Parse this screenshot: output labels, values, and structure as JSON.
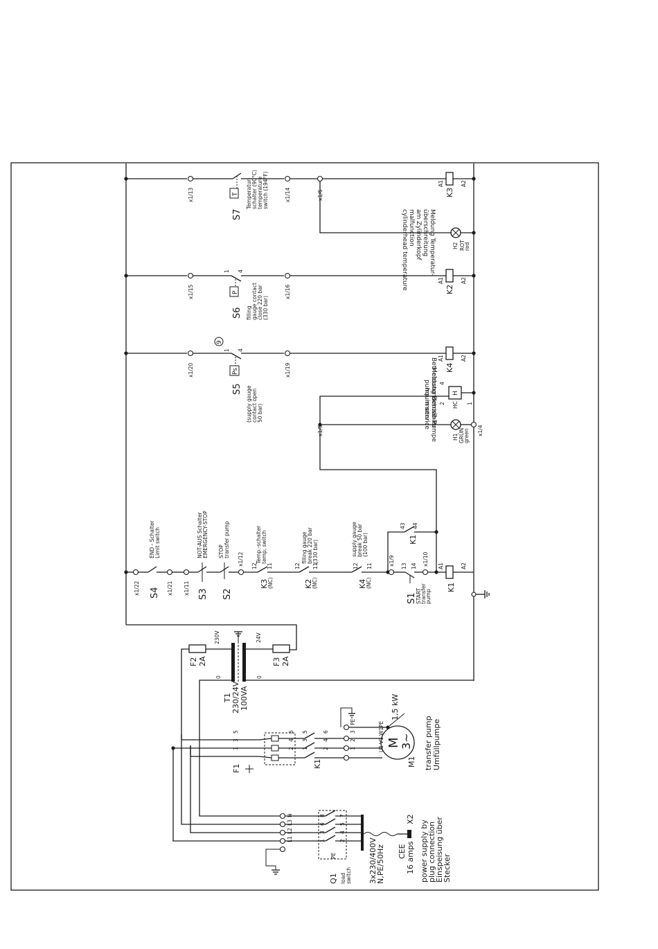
{
  "title": "",
  "ground_symbols": 4,
  "rungs": {
    "k3": {
      "coil": "K3",
      "switch": "S7",
      "switch_symbol": "T",
      "terminals": [
        "x1/13",
        "x1/14",
        "x1/6"
      ],
      "desc_lines": [
        "Temperatur-",
        "schalter (90°C)",
        "temperature",
        "switch  (194°F)"
      ],
      "lamp": "H2",
      "lamp_color_lines": [
        "ROT",
        "red"
      ],
      "lamp_desc_lines": [
        "Meldung Temperatur-",
        "überschreitung",
        "am Zylinderkopf",
        "malfunction",
        "cylinderhead temperature"
      ]
    },
    "k2": {
      "coil": "K2",
      "switch": "S6",
      "switch_symbol": "P",
      "terminals": [
        "x1/15",
        "x1/16"
      ],
      "contacts": [
        "1",
        "4"
      ],
      "desc_lines": [
        "filling",
        "gauge contact",
        "close 220 bar",
        "(330 bar)"
      ]
    },
    "k4": {
      "coil": "K4",
      "switch": "S5",
      "switch_symbol": "Ps",
      "marker": "9",
      "terminals": [
        "x1/20",
        "x1/19"
      ],
      "contacts": [
        "1",
        "4"
      ],
      "desc_lines": [
        "(supply gauge",
        "contact open",
        "50 bar)"
      ],
      "hourmeter": "HC",
      "hourmeter_symbol": "H",
      "hourmeter_pins": [
        "2",
        "1",
        "4"
      ],
      "hourmeter_desc_lines": [
        "Betriebsstundenzähler",
        "hourmeter"
      ],
      "lamp": "H1",
      "lamp_color_lines": [
        "GRÜN",
        "green"
      ],
      "lamp_desc_lines": [
        "Meldung Betrieb Pumpe",
        "pump in service"
      ],
      "terminal_right": "x1/4",
      "terminal_mid": "x1/5"
    },
    "k1": {
      "coil": "K1",
      "terminals": [
        "x1/22",
        "x1/21",
        "x1/11",
        "x1/12",
        "x1/9",
        "x1/10"
      ],
      "s4": {
        "name": "S4",
        "desc_lines": [
          "END - Schalter",
          "Limit switch"
        ]
      },
      "s3": {
        "name": "S3",
        "desc_lines": [
          "NOT-AUS Schalter",
          "EMERGENCY-STOP"
        ]
      },
      "s2": {
        "name": "S2",
        "desc_lines": [
          "STOP",
          "transfer pump"
        ]
      },
      "k3c": {
        "name": "K3",
        "sub": "(NC)",
        "pins": [
          "12",
          "11"
        ],
        "desc_lines": [
          "Temp.-schalter",
          "temp.  switch"
        ]
      },
      "k2c": {
        "name": "K2",
        "sub": "(NC)",
        "pins": [
          "12",
          "11"
        ],
        "desc_lines": [
          "filling gauge",
          "break 220 bar",
          "(330 bar)"
        ]
      },
      "k4c": {
        "name": "K4",
        "sub": "(NC)",
        "pins": [
          "12",
          "11"
        ],
        "desc_lines": [
          "supply gauge",
          "break 50 bar",
          "(100 bar)"
        ]
      },
      "s1": {
        "name": "S1",
        "pins": [
          "13",
          "14"
        ],
        "desc_lines": [
          "START",
          "transfer",
          "pump"
        ]
      },
      "k1c": {
        "name": "K1",
        "pins": [
          "43",
          "44"
        ]
      }
    }
  },
  "coil_pins": [
    "A1",
    "A2"
  ],
  "fuses": {
    "f2": {
      "name": "F2",
      "rating": "2A",
      "voltage": "230V"
    },
    "f3": {
      "name": "F3",
      "rating": "2A",
      "voltage": "24V"
    }
  },
  "transformer": {
    "name": "T1",
    "ratio": "230/24V",
    "power": "100VA",
    "zero": "0"
  },
  "power": {
    "f1": "F1",
    "k1": "K1",
    "motor": {
      "name": "M1",
      "symbol_m": "M",
      "symbol_phase": "3~",
      "power": "1,5 kW",
      "desc_lines": [
        "transfer pump",
        "Umfüllpumpe"
      ],
      "pins": [
        "U1",
        "V1",
        "W1",
        "PE"
      ]
    },
    "motor_terms": [
      "1",
      "2",
      "3",
      "PE"
    ],
    "contact_pins_top": [
      "1",
      "3",
      "5"
    ],
    "contact_pins_bottom": [
      "2",
      "4",
      "6"
    ],
    "q1": {
      "name": "Q1",
      "desc_lines": [
        "load",
        "switch"
      ],
      "pins_top": [
        "8",
        "6",
        "3",
        "1"
      ],
      "pins_bottom": [
        "7",
        "5",
        "4",
        "2"
      ],
      "pe": "PE"
    },
    "terminals": [
      "L1",
      "L2",
      "L3",
      "N"
    ],
    "supply_lines": [
      "3x230/400V",
      "N,PE/50Hz"
    ],
    "plug": {
      "name": "X2",
      "type_lines": [
        "CEE",
        "16 amps"
      ],
      "desc_lines": [
        "power supply by",
        "plug connection",
        "Einspeisung über",
        "Stecker"
      ]
    }
  }
}
